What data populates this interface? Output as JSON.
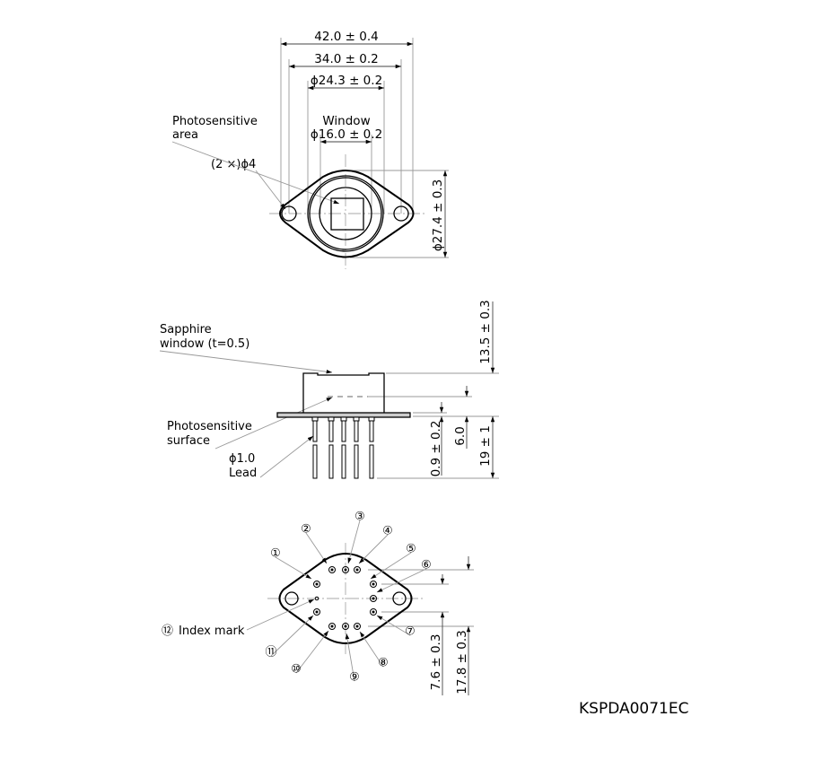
{
  "top_view": {
    "dim_overall": "42.0 ± 0.4",
    "dim_holes": "34.0 ± 0.2",
    "dim_body": "ϕ24.3 ± 0.2",
    "window_label": "Window",
    "dim_window": "ϕ16.0 ± 0.2",
    "photosensitive_area_line1": "Photosensitive",
    "photosensitive_area_line2": "area",
    "holes_label": "(2 ×)ϕ4",
    "dim_height": "ϕ27.4 ± 0.3"
  },
  "side_view": {
    "window_label_line1": "Sapphire",
    "window_label_line2": "window (t=0.5)",
    "surface_label_line1": "Photosensitive",
    "surface_label_line2": "surface",
    "lead_label_line1": "ϕ1.0",
    "lead_label_line2": "Lead",
    "dim_body_height": "13.5 ± 0.3",
    "dim_flange": "0.9 ± 0.2",
    "dim_surface": "6.0",
    "dim_lead": "19 ± 1"
  },
  "bottom_view": {
    "pins": [
      "①",
      "②",
      "③",
      "④",
      "⑤",
      "⑥",
      "⑦",
      "⑧",
      "⑨",
      "⑩",
      "⑪"
    ],
    "index_mark_number": "⑫",
    "index_mark_label": "Index mark",
    "dim_inner": "7.6 ± 0.3",
    "dim_outer": "17.8 ± 0.3"
  },
  "drawing_code": "KSPDA0071EC"
}
